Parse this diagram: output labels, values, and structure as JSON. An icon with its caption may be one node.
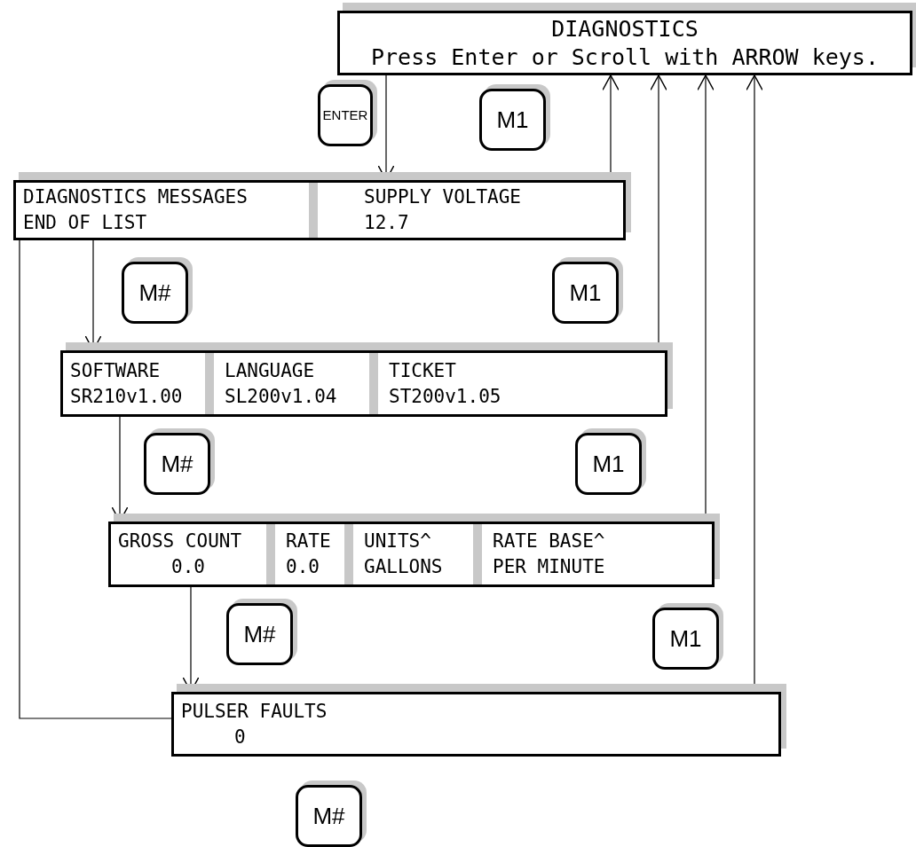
{
  "diagram": {
    "nodes": [
      {
        "text": [
          "DIAGNOSTICS",
          "Press Enter or Scroll with ARROW keys."
        ]
      },
      {
        "text": [
          "ENTER"
        ]
      },
      {
        "text": [
          "M1"
        ]
      },
      {
        "text": [],
        "shape": "box"
      },
      {
        "text": [
          "DIAGNOSTICS MESSAGES",
          "END OF LIST"
        ],
        "in": 3
      },
      {
        "text": [
          "SUPPLY VOLTAGE",
          "12.7"
        ],
        "in": 3
      },
      {
        "text": [
          "M#"
        ]
      },
      {
        "text": [
          "M1"
        ]
      },
      {
        "text": [],
        "shape": "box"
      },
      {
        "text": [
          "SOFTWARE",
          "SR210v1.00"
        ],
        "in": 8
      },
      {
        "text": [
          "LANGUAGE",
          "SL200v1.04"
        ],
        "in": 8
      },
      {
        "text": [
          "TICKET",
          "ST200v1.05"
        ],
        "in": 8
      },
      {
        "text": [
          "M#"
        ]
      },
      {
        "text": [
          "M1"
        ]
      },
      {
        "text": [],
        "shape": "box"
      },
      {
        "text": [
          "GROSS COUNT",
          "0.0"
        ],
        "in": 14
      },
      {
        "text": [
          "RATE",
          "0.0"
        ],
        "in": 14
      },
      {
        "text": [
          "UNITS^",
          "GALLONS"
        ],
        "in": 14
      },
      {
        "text": [
          "RATE BASE^",
          "PER MINUTE"
        ],
        "in": 14
      },
      {
        "text": [
          "M#"
        ]
      },
      {
        "text": [
          "M1"
        ]
      },
      {
        "text": [
          "PULSER FAULTS",
          "0"
        ]
      },
      {
        "text": [
          "M#"
        ]
      }
    ],
    "edges": [
      {
        "from": 0,
        "to": 3,
        "arrow": "to"
      },
      {
        "from": 3,
        "to": 0,
        "arrow": "to"
      },
      {
        "from": 3,
        "to": 8,
        "arrow": "to"
      },
      {
        "from": 8,
        "to": 0,
        "arrow": "to"
      },
      {
        "from": 8,
        "to": 14,
        "arrow": "to"
      },
      {
        "from": 14,
        "to": 0,
        "arrow": "to"
      },
      {
        "from": 14,
        "to": 21,
        "arrow": "to"
      },
      {
        "from": 21,
        "to": 0,
        "arrow": "to"
      },
      {
        "from": 3,
        "to": 21,
        "arrow": "none"
      }
    ]
  }
}
